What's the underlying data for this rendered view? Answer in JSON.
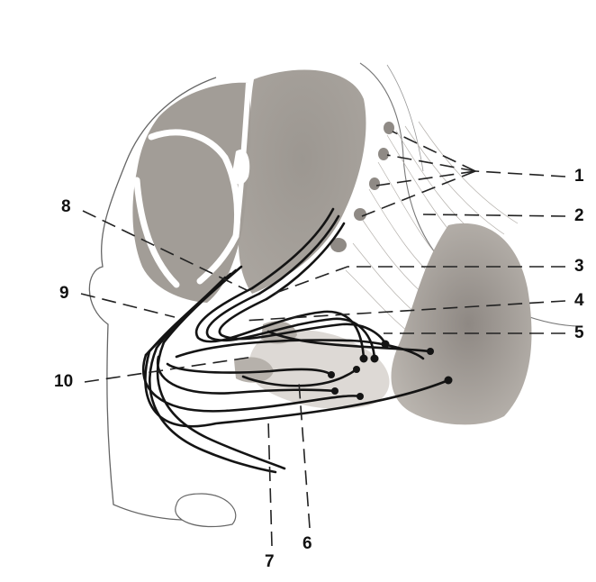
{
  "labels": {
    "l1": "1",
    "l2": "2",
    "l3": "3",
    "l4": "4",
    "l5": "5",
    "l6": "6",
    "l7": "7",
    "l8": "8",
    "l9": "9",
    "l10": "10"
  },
  "colors": {
    "background": "#ffffff",
    "tissue": "#a39e98",
    "tissue_dark": "#8d8781",
    "tissue_light": "#c6c2bd",
    "outline": "#555555",
    "fiber": "#141414",
    "leader": "#222222"
  }
}
